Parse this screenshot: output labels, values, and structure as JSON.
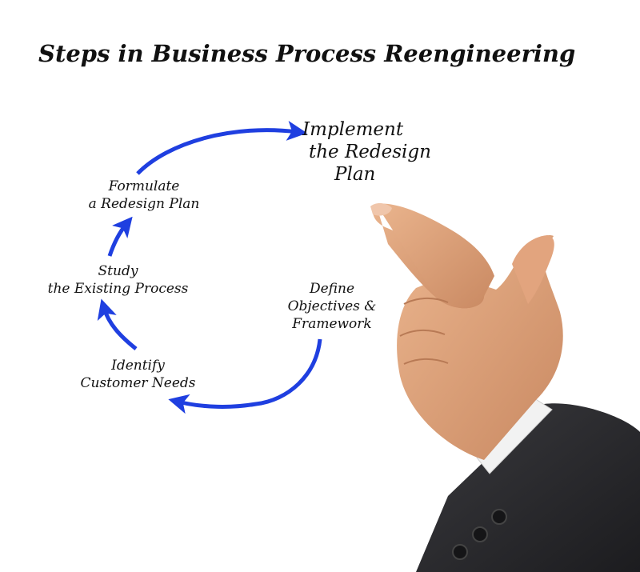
{
  "title": "Steps in Business Process Reengineering",
  "steps": {
    "implement": [
      "Implement",
      "the Redesign",
      "Plan"
    ],
    "formulate": [
      "Formulate",
      "a Redesign Plan"
    ],
    "study": [
      "Study",
      "the Existing Process"
    ],
    "define": [
      "Define",
      "Objectives &",
      "Framework"
    ],
    "identify": [
      "Identify",
      "Customer Needs"
    ]
  },
  "colors": {
    "arrow": "#1f3fe0",
    "text": "#111111",
    "skin": "#e0a77e",
    "sleeve": "#2b2b2e",
    "cuff": "#f2f2f2"
  }
}
